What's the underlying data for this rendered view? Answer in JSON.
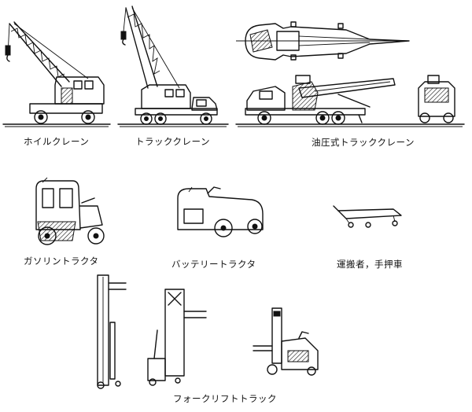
{
  "captions": {
    "wheel_crane": "ホイルクレーン",
    "truck_crane": "トラッククレーン",
    "hydraulic_truck_crane": "油圧式トラッククレーン",
    "gasoline_tractor": "ガソリントラクタ",
    "battery_tractor": "バッテリートラクタ",
    "hand_cart": "運搬者，手押車",
    "forklift_truck": "フォークリフトトラック"
  }
}
